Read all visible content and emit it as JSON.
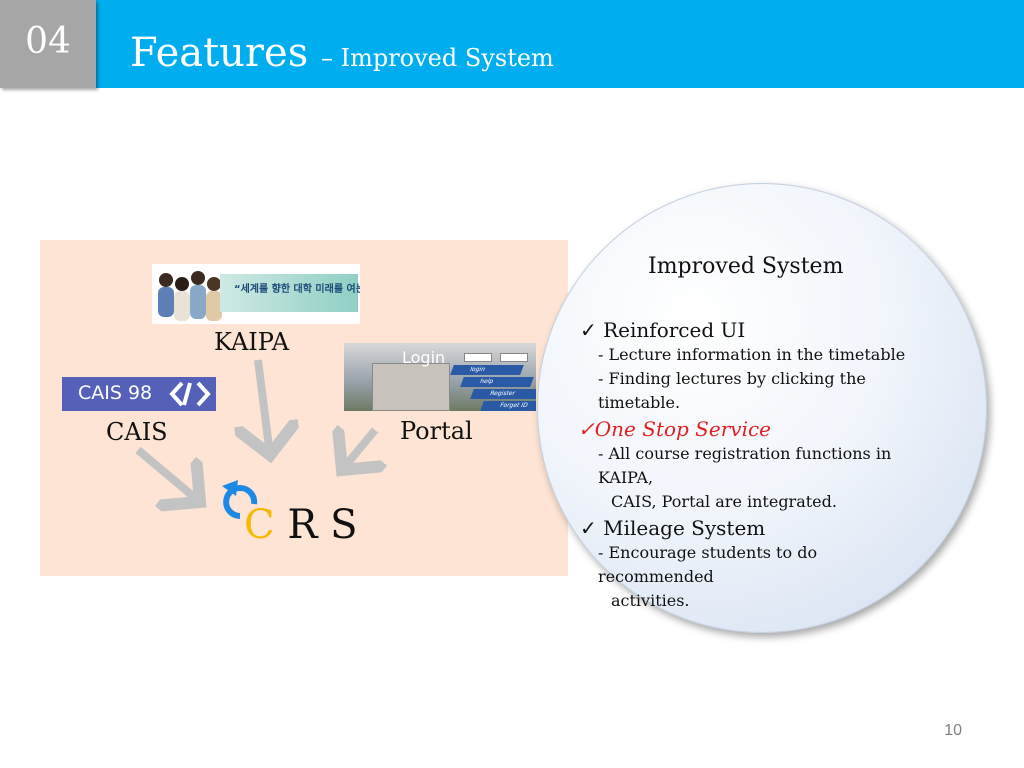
{
  "header": {
    "section_number": "04",
    "title": "Features",
    "subtitle": "– Improved System"
  },
  "diagram": {
    "kaipa_label": "KAIPA",
    "cais_label": "CAIS",
    "portal_label": "Portal",
    "kaipa_banner_text": "“세계를 향한 대학 미래를 여는 연구”",
    "cais_logo_text": "CAIS 98",
    "portal_login_text": "Login",
    "portal_buttons": [
      "login",
      "help",
      "Register",
      "Forget ID"
    ],
    "crs": {
      "c": "C",
      "rest": " R S"
    }
  },
  "circle": {
    "title": "Improved System",
    "items": [
      {
        "check": "✓",
        "heading": " Reinforced UI",
        "lines": [
          "- Lecture information in the timetable",
          "- Finding lectures by clicking the",
          "timetable."
        ]
      },
      {
        "check": "✓",
        "heading": "One Stop Service",
        "lines": [
          "- All course registration functions in",
          "KAIPA,",
          "CAIS, Portal are integrated."
        ]
      },
      {
        "check": "✓",
        "heading": " Mileage System",
        "lines": [
          "- Encourage students to do",
          "recommended",
          "activities."
        ]
      }
    ]
  },
  "footer": {
    "page_number": "10"
  },
  "colors": {
    "header": "#00aeef",
    "section_box": "#a6a6a6",
    "panel": "#fde4d4",
    "highlight": "#e02020",
    "crs_c": "#f6b800"
  }
}
